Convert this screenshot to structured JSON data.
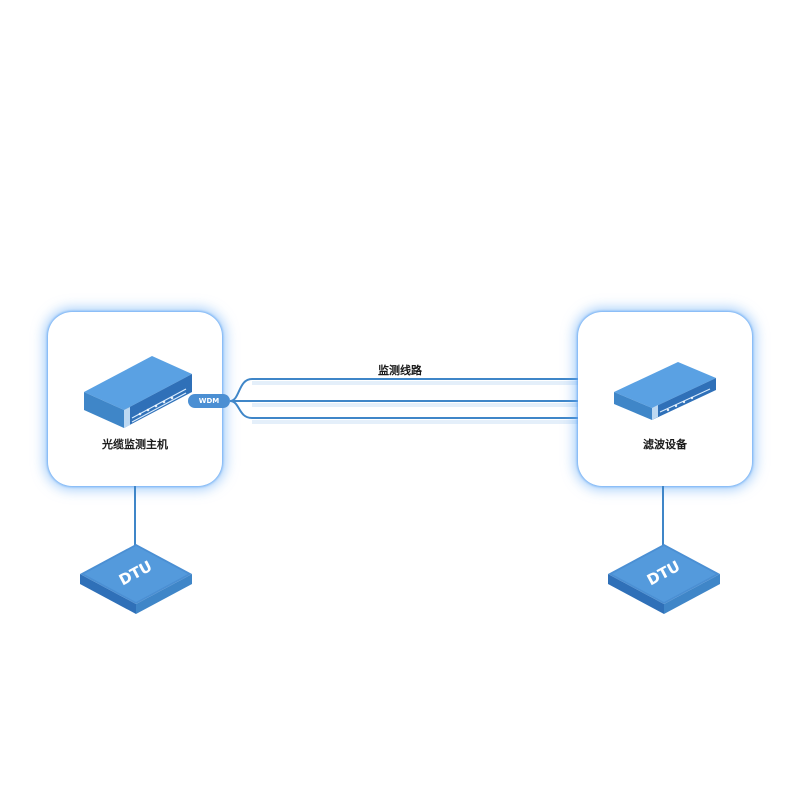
{
  "nodes": {
    "monitor_host": {
      "label": "光缆监测主机",
      "icon": "rack-server-icon"
    },
    "filter_device": {
      "label": "滤波设备",
      "icon": "rack-server-icon"
    }
  },
  "link": {
    "label": "监测线路",
    "wdm_label": "WDM"
  },
  "dtu": {
    "left_label": "DTU",
    "right_label": "DTU",
    "icon": "dtu-box-icon"
  },
  "colors": {
    "accent": "#4b8fd3",
    "accent_dark": "#3f86c8",
    "glow": "#64aaf5",
    "text": "#1a1a1a"
  }
}
